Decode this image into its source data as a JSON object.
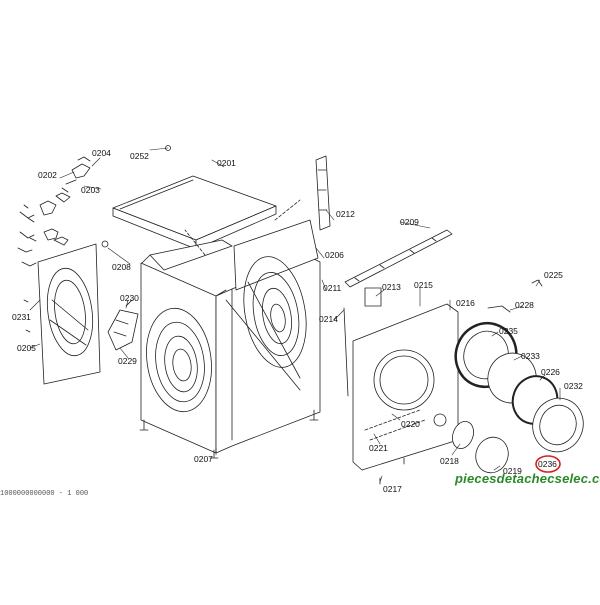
{
  "labels": {
    "l0201": "0201",
    "l0202": "0202",
    "l0203": "0203",
    "l0204": "0204",
    "l0205": "0205",
    "l0206": "0206",
    "l0207": "0207",
    "l0208": "0208",
    "l0209": "0209",
    "l0211": "0211",
    "l0212": "0212",
    "l0213": "0213",
    "l0214": "0214",
    "l0215": "0215",
    "l0216": "0216",
    "l0217": "0217",
    "l0218": "0218",
    "l0219": "0219",
    "l0220": "0220",
    "l0221": "0221",
    "l0225": "0225",
    "l0226": "0226",
    "l0228": "0228",
    "l0229": "0229",
    "l0230": "0230",
    "l0231": "0231",
    "l0232": "0232",
    "l0233": "0233",
    "l0235": "0235",
    "l0236": "0236",
    "l0252": "0252"
  },
  "watermark": "piecesdetachecselec.com",
  "footer_code": "1000000000000 - 1 000",
  "colors": {
    "line": "#222222",
    "highlight": "#d42020",
    "watermark": "#2a8a2a"
  }
}
